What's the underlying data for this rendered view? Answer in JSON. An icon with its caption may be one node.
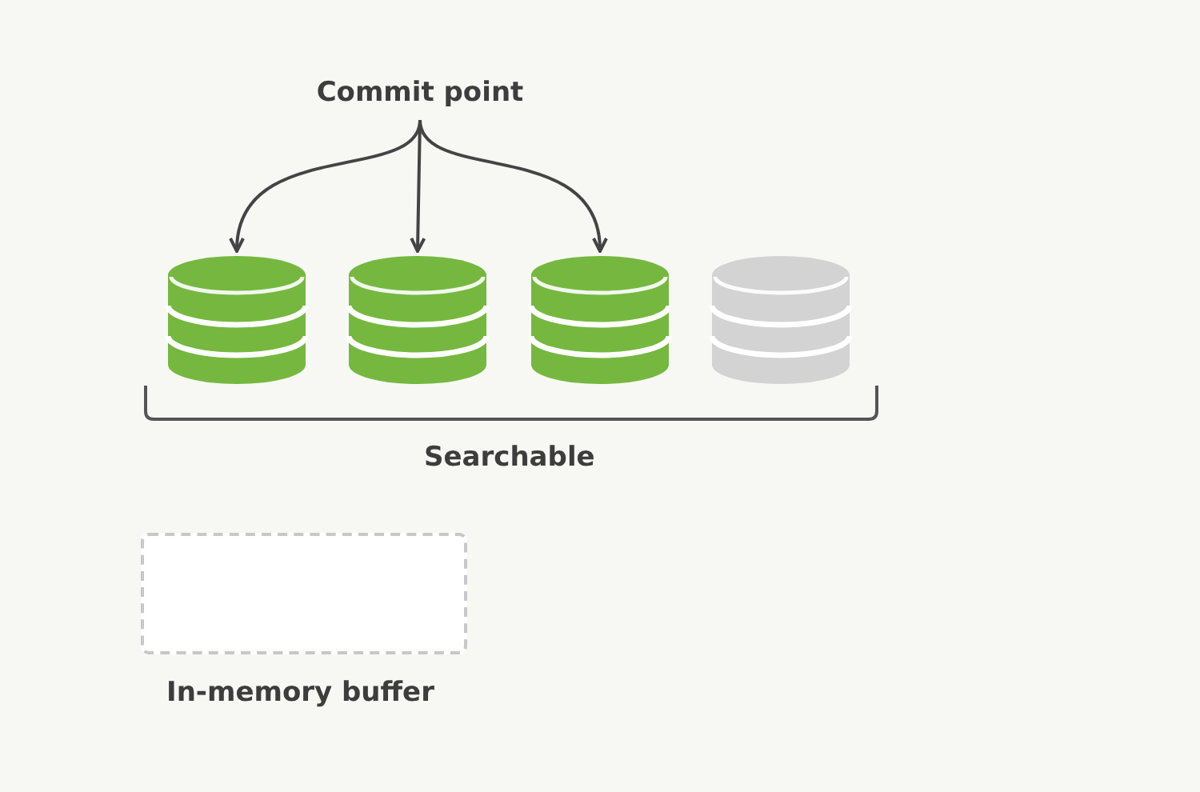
{
  "diagram": {
    "nodes": [
      {
        "text": [
          "Commit point"
        ]
      },
      {
        "text": [],
        "shape": "cylinder"
      },
      {
        "text": [],
        "shape": "cylinder"
      },
      {
        "text": [],
        "shape": "cylinder"
      },
      {
        "text": [],
        "shape": "cylinder"
      },
      {
        "text": [
          "In-memory buffer"
        ]
      }
    ],
    "edges": [
      {
        "from": 0,
        "to": 1,
        "arrow": "to"
      },
      {
        "from": 0,
        "to": 2,
        "arrow": "to"
      },
      {
        "from": 0,
        "to": 3,
        "arrow": "to"
      }
    ],
    "labels": [
      "Searchable"
    ]
  }
}
